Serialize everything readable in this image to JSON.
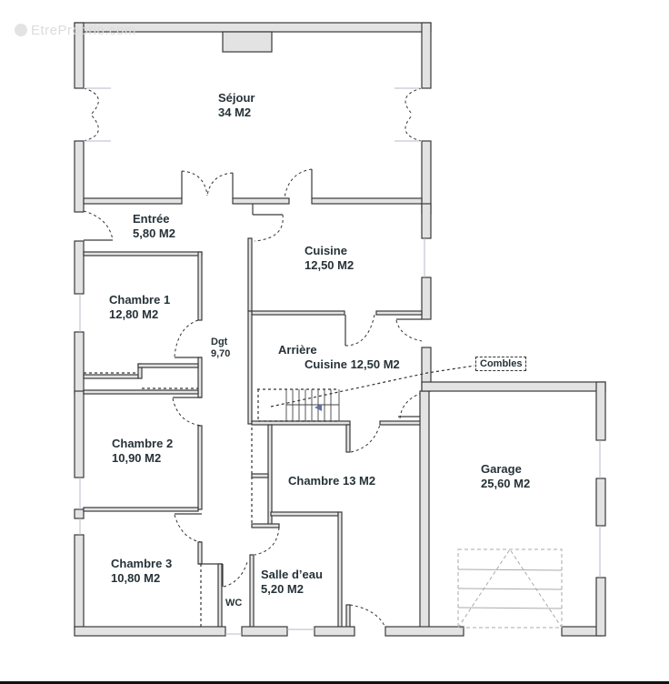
{
  "watermark": {
    "text": "EtreProprio.com",
    "icon": "logo-circle-icon"
  },
  "rooms": {
    "sejour": {
      "name": "Séjour",
      "area": "34 M2"
    },
    "entree": {
      "name": "Entrée",
      "area": "5,80 M2"
    },
    "cuisine": {
      "name": "Cuisine",
      "area": "12,50 M2"
    },
    "chambre1": {
      "name": "Chambre 1",
      "area": "12,80 M2"
    },
    "dgt": {
      "name": "Dgt",
      "area": "9,70"
    },
    "arriere_cuisine": {
      "name_line1": "Arrière",
      "name_line2": "Cuisine 12,50 M2"
    },
    "chambre2": {
      "name": "Chambre 2",
      "area": "10,90 M2"
    },
    "chambre13": {
      "name": "Chambre 13 M2"
    },
    "garage": {
      "name": "Garage",
      "area": "25,60 M2"
    },
    "chambre3": {
      "name": "Chambre 3",
      "area": "10,80 M2"
    },
    "salle_eau": {
      "name": "Salle d’eau",
      "area": "5,20 M2"
    },
    "wc": {
      "name": "WC"
    }
  },
  "annotations": {
    "combles": "Combles"
  },
  "colors": {
    "wall_fill": "#e3e3e3",
    "wall_stroke": "#3a3a3a",
    "text": "#263238"
  }
}
